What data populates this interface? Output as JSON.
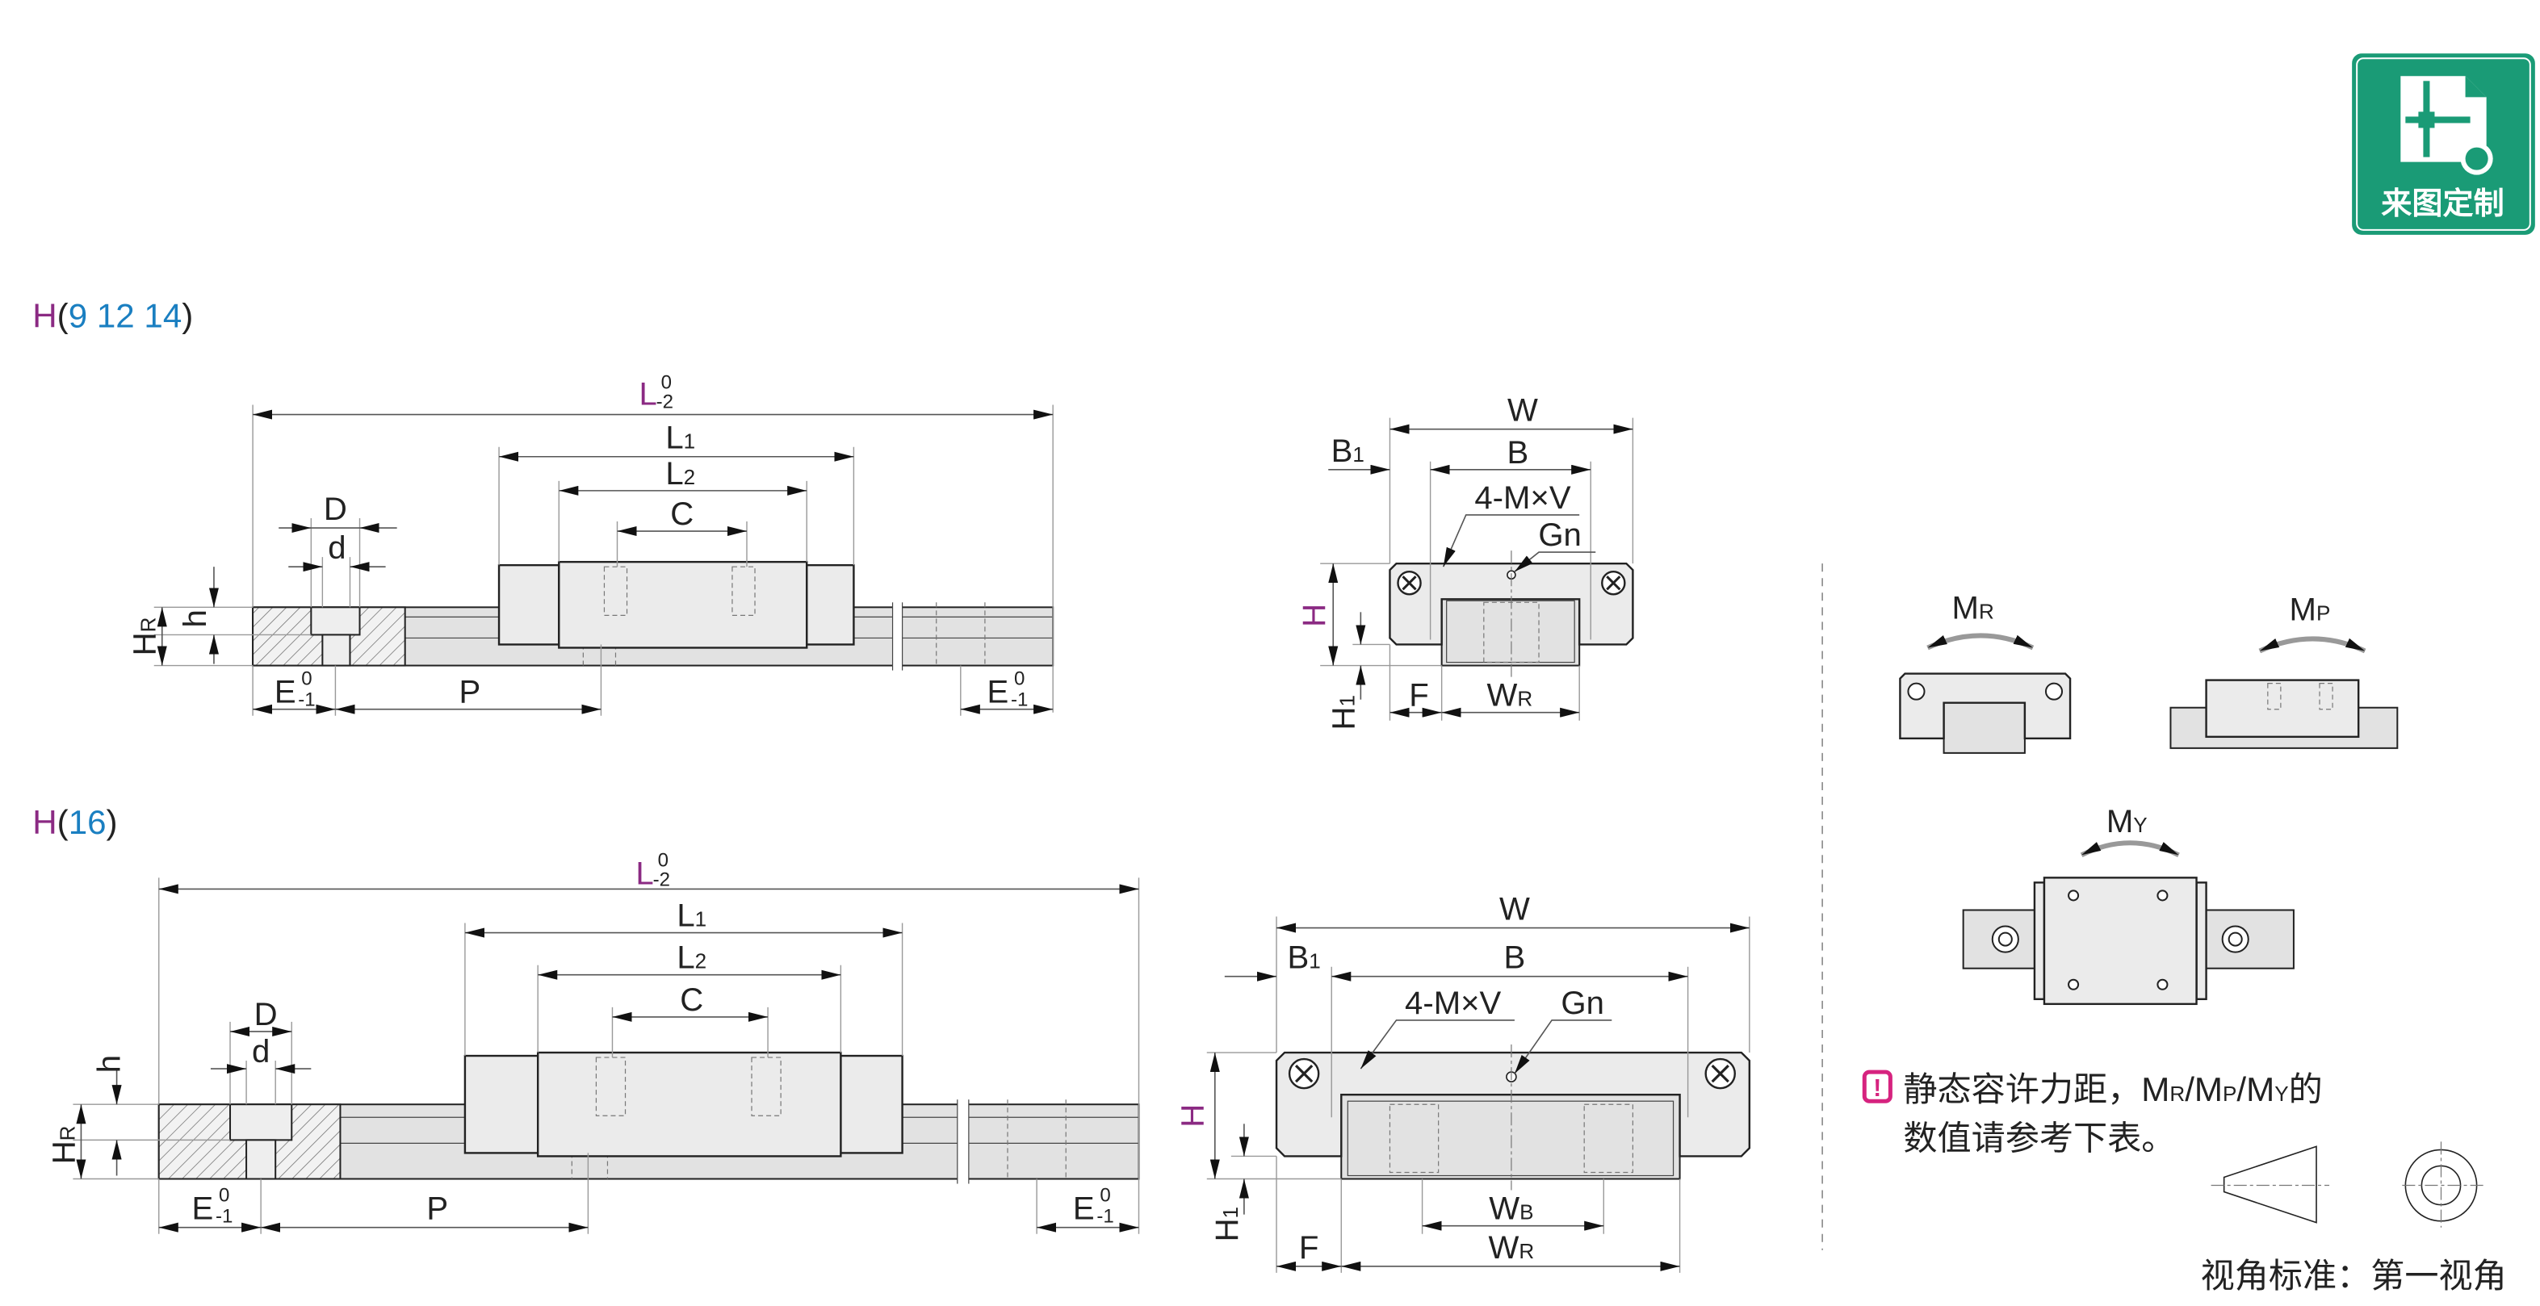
{
  "logo": {
    "text": "来图定制",
    "color": "#1a9b76"
  },
  "section1": {
    "title_h": "H",
    "title_open": "(",
    "title_sizes": "9 12 14",
    "title_close": ")",
    "L": "L",
    "L_tol_upper": "0",
    "L_tol_lower": "-2",
    "L1": "L",
    "L1_sub": "1",
    "L2": "L",
    "L2_sub": "2",
    "C": "C",
    "D": "D",
    "d": "d",
    "h": "h",
    "HR": "H",
    "HR_sub": "R",
    "E": "E",
    "E_tol_upper": "0",
    "E_tol_lower": "-1",
    "P": "P",
    "W": "W",
    "B": "B",
    "B1": "B",
    "B1_sub": "1",
    "MV": "4-M×V",
    "Gn": "Gn",
    "H": "H",
    "H1": "H",
    "H1_sub": "1",
    "F": "F",
    "WR": "W",
    "WR_sub": "R"
  },
  "section2": {
    "title_h": "H",
    "title_open": "(",
    "title_sizes": "16",
    "title_close": ")",
    "L": "L",
    "L_tol_upper": "0",
    "L_tol_lower": "-2",
    "L1": "L",
    "L1_sub": "1",
    "L2": "L",
    "L2_sub": "2",
    "C": "C",
    "D": "D",
    "d": "d",
    "h": "h",
    "HR": "H",
    "HR_sub": "R",
    "E": "E",
    "E_tol_upper": "0",
    "E_tol_lower": "-1",
    "P": "P",
    "W": "W",
    "B": "B",
    "B1": "B",
    "B1_sub": "1",
    "MV": "4-M×V",
    "Gn": "Gn",
    "H": "H",
    "H1": "H",
    "H1_sub": "1",
    "F": "F",
    "WB": "W",
    "WB_sub": "B",
    "WR": "W",
    "WR_sub": "R"
  },
  "moments": {
    "MR": "M",
    "MR_sub": "R",
    "MP": "M",
    "MP_sub": "P",
    "MY": "M",
    "MY_sub": "Y"
  },
  "note": {
    "icon": "exclamation-icon",
    "line1_a": "静态容许力距，M",
    "line1_r": "R",
    "line1_b": "/M",
    "line1_p": "P",
    "line1_c": "/M",
    "line1_y": "Y",
    "line1_d": "的",
    "line2": "数值请参考下表。",
    "accent": "#d6237f"
  },
  "projection": {
    "label": "视角标准：第一视角"
  }
}
